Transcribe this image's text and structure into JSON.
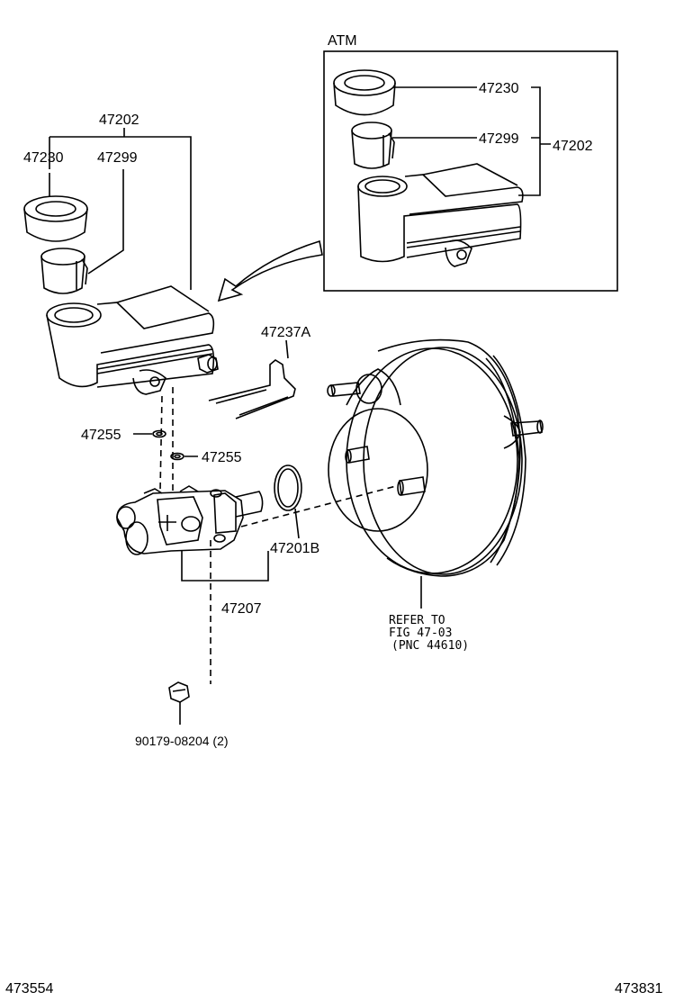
{
  "inset": {
    "title": "ATM",
    "labels": {
      "cap": "47230",
      "strainer": "47299",
      "reservoir": "47202"
    }
  },
  "main": {
    "labels": {
      "reservoir_set": "47202",
      "cap": "47230",
      "strainer": "47299",
      "clip": "47237A",
      "grommet_1": "47255",
      "grommet_2": "47255",
      "gasket": "47201B",
      "master_cylinder": "47207",
      "nut": "90179-08204 (2)"
    },
    "refer_lines": [
      "REFER TO",
      "FIG 47-03",
      "(PNC 44610)"
    ]
  },
  "footer": {
    "left_code": "473554",
    "right_code": "473831"
  }
}
